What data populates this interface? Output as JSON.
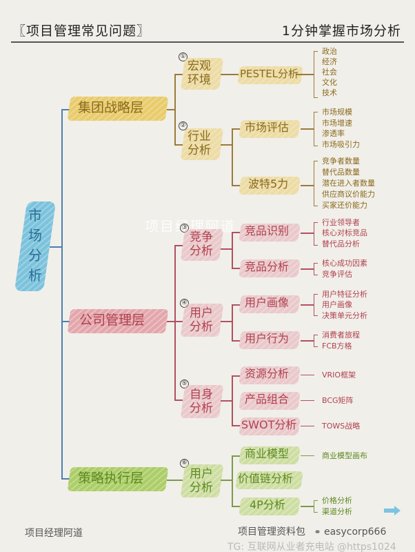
{
  "header": {
    "title_left": "〖项目管理常见问题〗",
    "title_right": "1分钟掌握市场分析"
  },
  "root": {
    "label": "市场分析",
    "color": "#6ebedc"
  },
  "levels": [
    {
      "label": "集团战略层",
      "color": "#e8c654",
      "groups": [
        {
          "num": "①",
          "label": "宏观环境",
          "items": [
            {
              "label": "PESTEL分析",
              "leaves": [
                "政治",
                "经济",
                "社会",
                "文化",
                "技术"
              ]
            }
          ]
        },
        {
          "num": "②",
          "label": "行业分析",
          "items": [
            {
              "label": "市场评估",
              "leaves": [
                "市场规模",
                "市场增速",
                "渗透率",
                "市场吸引力"
              ]
            },
            {
              "label": "波特5力",
              "leaves": [
                "竞争者数量",
                "替代品数量",
                "潜在进入者数量",
                "供应商议价能力",
                "买家还价能力"
              ]
            }
          ]
        }
      ]
    },
    {
      "label": "公司管理层",
      "color": "#e08e98",
      "groups": [
        {
          "num": "③",
          "label": "竞争分析",
          "items": [
            {
              "label": "竞品识别",
              "leaves": [
                "行业领导者",
                "核心对标竞品",
                "替代品分析"
              ]
            },
            {
              "label": "竞品分析",
              "leaves": [
                "核心成功因素",
                "竞争评估"
              ]
            }
          ]
        },
        {
          "num": "④",
          "label": "用户分析",
          "items": [
            {
              "label": "用户画像",
              "leaves": [
                "用户特征分析",
                "用户画像",
                "决策单元分析"
              ]
            },
            {
              "label": "用户行为",
              "leaves": [
                "消费者旅程",
                "FCB方格"
              ]
            }
          ]
        },
        {
          "num": "⑤",
          "label": "自身分析",
          "items": [
            {
              "label": "资源分析",
              "leaves": [
                "VRIO框架"
              ]
            },
            {
              "label": "产品组合",
              "leaves": [
                "BCG矩阵"
              ]
            },
            {
              "label": "SWOT分析",
              "leaves": [
                "TOWS战略"
              ]
            }
          ]
        }
      ]
    },
    {
      "label": "策略执行层",
      "color": "#a0c850",
      "groups": [
        {
          "num": "⑥",
          "label": "用户分析",
          "items": [
            {
              "label": "商业模型",
              "leaves": [
                "商业模型画布"
              ]
            },
            {
              "label": "价值链分析",
              "leaves": []
            },
            {
              "label": "4P分析",
              "leaves": [
                "价格分析",
                "渠道分析"
              ]
            }
          ]
        }
      ]
    }
  ],
  "watermark": "项目经理阿道",
  "footer": {
    "left": "项目经理阿道",
    "middle": "项目管理资料包",
    "wechat_icon": "wechat-icon",
    "wechat_id": "easycorp666",
    "tg": "TG: 互联网从业者充电站 @https1024",
    "arrow_icon": "arrow-right-icon",
    "arrow_color": "#7cc4e0"
  }
}
